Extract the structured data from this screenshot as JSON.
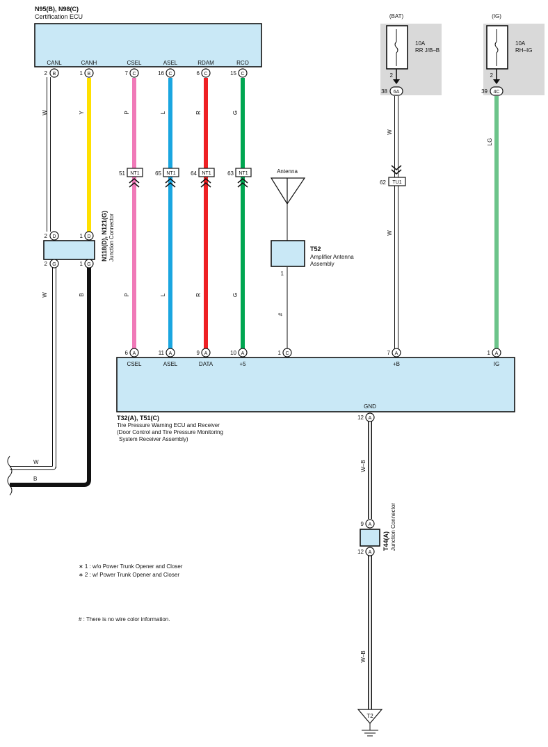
{
  "certification_ecu": {
    "ids": "N95(B), N98(C)",
    "name": "Certification ECU"
  },
  "cert_pins": [
    {
      "label": "CANL",
      "num": "2",
      "conn": "B"
    },
    {
      "label": "CANH",
      "num": "1",
      "conn": "B"
    },
    {
      "label": "CSEL",
      "num": "7",
      "conn": "C"
    },
    {
      "label": "ASEL",
      "num": "16",
      "conn": "C"
    },
    {
      "label": "RDAM",
      "num": "6",
      "conn": "C"
    },
    {
      "label": "RCO",
      "num": "15",
      "conn": "C"
    }
  ],
  "wire_colors": {
    "canl": "W",
    "canh": "Y",
    "csel": "P",
    "asel": "L",
    "rdam": "R",
    "rco": "G",
    "canl_lower": "W",
    "canh_lower": "B",
    "csel_lower": "P",
    "asel_lower": "L",
    "rdam_lower": "R",
    "rco_lower": "G",
    "antenna": "#",
    "bat_upper": "W",
    "bat_lower": "W",
    "ig": "LG",
    "gnd_upper": "W–B",
    "gnd_lower": "W–B",
    "left_w": "W",
    "left_b": "B"
  },
  "colors": {
    "white": "#ffffff",
    "yellow": "#ffe000",
    "pink": "#f07ab8",
    "blue": "#1aa6e0",
    "red": "#ee2024",
    "green": "#00a651",
    "light_green": "#6cc48a",
    "black": "#111111",
    "box_fill": "#c9e8f6",
    "fuse_bg": "#d9d9d9"
  },
  "nt1_connectors": [
    {
      "num": "51",
      "label": "NT1"
    },
    {
      "num": "65",
      "label": "NT1"
    },
    {
      "num": "64",
      "label": "NT1"
    },
    {
      "num": "63",
      "label": "NT1"
    }
  ],
  "junction_n118": {
    "ids": "N118(D), N121(G)",
    "name": "Junction Connector",
    "top": [
      {
        "num": "2",
        "conn": "D"
      },
      {
        "num": "1",
        "conn": "D"
      }
    ],
    "bottom": [
      {
        "num": "2",
        "conn": "G"
      },
      {
        "num": "1",
        "conn": "G"
      }
    ]
  },
  "antenna": {
    "label": "Antenna"
  },
  "amplifier": {
    "id": "T52",
    "name_line1": "Amplifier Antenna",
    "name_line2": "Assembly",
    "pin": "1"
  },
  "fuse_bat": {
    "header": "(BAT)",
    "rating": "10A",
    "name": "RR J/B–B",
    "pin": "2",
    "num": "38",
    "conn": "6A"
  },
  "fuse_ig": {
    "header": "(IG)",
    "rating": "10A",
    "name": "RH–IG",
    "pin": "2",
    "num": "39",
    "conn": "4C"
  },
  "tu1": {
    "num": "62",
    "label": "TU1"
  },
  "tpms_ecu": {
    "ids": "T32(A), T51(C)",
    "line1": "Tire Pressure Warning ECU and Receiver",
    "line2": "(Door Control and Tire Pressure Monitoring",
    "line3": "System Receiver Assembly)",
    "gnd_label": "GND",
    "gnd_num": "12",
    "gnd_conn": "A"
  },
  "tpms_pins": [
    {
      "num": "6",
      "conn": "A",
      "label": "CSEL"
    },
    {
      "num": "11",
      "conn": "A",
      "label": "ASEL"
    },
    {
      "num": "9",
      "conn": "A",
      "label": "DATA"
    },
    {
      "num": "10",
      "conn": "A",
      "label": "+5"
    },
    {
      "num": "1",
      "conn": "C",
      "label": ""
    },
    {
      "num": "7",
      "conn": "A",
      "label": "+B"
    },
    {
      "num": "1",
      "conn": "A",
      "label": "IG"
    }
  ],
  "junction_t44": {
    "id": "T44(A)",
    "name": "Junction Connector",
    "top_num": "9",
    "top_conn": "A",
    "bottom_num": "12",
    "bottom_conn": "A"
  },
  "ground": {
    "label": "T2"
  },
  "notes": {
    "n1": "∗ 1 : w/o Power Trunk Opener and Closer",
    "n2": "∗ 2 : w/ Power Trunk Opener and Closer",
    "n3": "# : There is no wire color information."
  }
}
